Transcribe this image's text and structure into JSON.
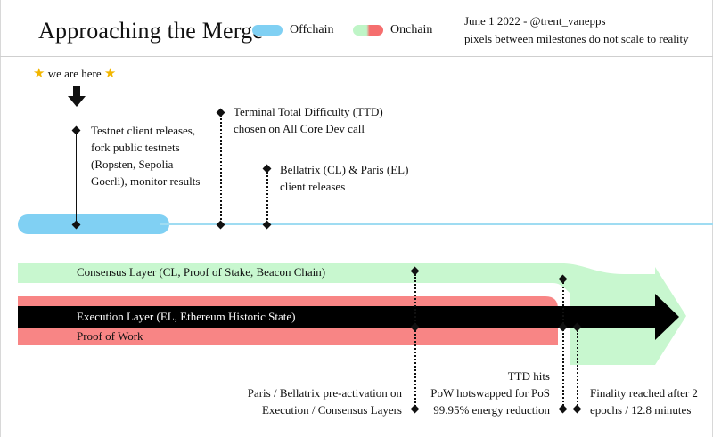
{
  "header": {
    "title": "Approaching the Merge",
    "legend": [
      {
        "label": "Offchain",
        "color": "#80d0f3"
      },
      {
        "label": "Onchain",
        "color_start": "#bff5c7",
        "color_end": "#f56e6e"
      }
    ],
    "date_author": "June 1 2022 - @trent_vanepps",
    "scale_note": "pixels between milestones do not scale to reality"
  },
  "marker": {
    "label": "we are here",
    "icon": "star-icon"
  },
  "milestones_offchain": [
    {
      "lines": [
        "Testnet client releases,",
        "fork public testnets",
        "(Ropsten, Sepolia",
        "Goerli), monitor results"
      ]
    },
    {
      "lines": [
        "Terminal Total Difficulty (TTD)",
        "chosen on All Core Dev call"
      ]
    },
    {
      "lines": [
        "Bellatrix (CL) & Paris (EL)",
        "client releases"
      ]
    }
  ],
  "layers": {
    "consensus": "Consensus Layer (CL, Proof of Stake, Beacon Chain)",
    "execution": "Execution Layer (EL, Ethereum Historic State)",
    "pow": "Proof of Work"
  },
  "milestones_onchain": [
    {
      "lines": [
        "Paris / Bellatrix pre-activation on",
        "Execution / Consensus Layers"
      ]
    },
    {
      "lines": [
        "TTD hits",
        "PoW hotswapped for PoS",
        "99.95% energy reduction"
      ]
    },
    {
      "lines": [
        "Finality reached after 2",
        "epochs / 12.8 minutes"
      ]
    }
  ],
  "colors": {
    "offchain": "#80d0f3",
    "offchain_line": "#9fdcf2",
    "consensus": "#c8f7cf",
    "pow": "#f88585",
    "execution": "#000000"
  }
}
